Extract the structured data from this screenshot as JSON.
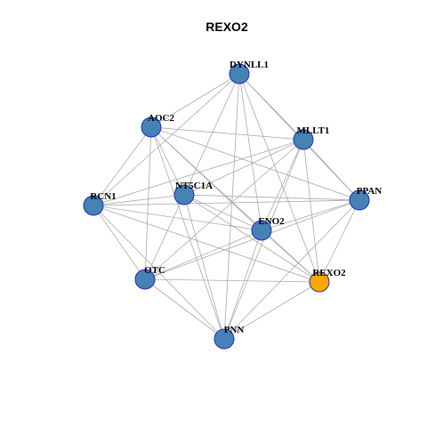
{
  "title": "REXO2",
  "colors": {
    "node_default": "#4682b4",
    "node_highlight": "#ffa500",
    "node_border": "#1a2fbf",
    "edge": "#a9a9a9",
    "background": "#ffffff"
  },
  "nodes": [
    {
      "id": "DYNLL1",
      "label": "DYNLL1",
      "highlight": false
    },
    {
      "id": "AOC2",
      "label": "AOC2",
      "highlight": false
    },
    {
      "id": "MLLT1",
      "label": "MLLT1",
      "highlight": false
    },
    {
      "id": "PPAN",
      "label": "PPAN",
      "highlight": false
    },
    {
      "id": "RCN1",
      "label": "RCN1",
      "highlight": false
    },
    {
      "id": "NT5C1A",
      "label": "NT5C1A",
      "highlight": false
    },
    {
      "id": "ENO2",
      "label": "ENO2",
      "highlight": false
    },
    {
      "id": "OTC",
      "label": "OTC",
      "highlight": false
    },
    {
      "id": "REXO2",
      "label": "REXO2",
      "highlight": true
    },
    {
      "id": "PNN",
      "label": "PNN",
      "highlight": false
    }
  ],
  "edges": [
    [
      "DYNLL1",
      "AOC2"
    ],
    [
      "DYNLL1",
      "MLLT1"
    ],
    [
      "DYNLL1",
      "PPAN"
    ],
    [
      "DYNLL1",
      "RCN1"
    ],
    [
      "DYNLL1",
      "NT5C1A"
    ],
    [
      "DYNLL1",
      "ENO2"
    ],
    [
      "DYNLL1",
      "REXO2"
    ],
    [
      "DYNLL1",
      "PNN"
    ],
    [
      "AOC2",
      "MLLT1"
    ],
    [
      "AOC2",
      "PPAN"
    ],
    [
      "AOC2",
      "RCN1"
    ],
    [
      "AOC2",
      "NT5C1A"
    ],
    [
      "AOC2",
      "ENO2"
    ],
    [
      "AOC2",
      "OTC"
    ],
    [
      "AOC2",
      "REXO2"
    ],
    [
      "AOC2",
      "PNN"
    ],
    [
      "MLLT1",
      "PPAN"
    ],
    [
      "MLLT1",
      "RCN1"
    ],
    [
      "MLLT1",
      "NT5C1A"
    ],
    [
      "MLLT1",
      "ENO2"
    ],
    [
      "MLLT1",
      "OTC"
    ],
    [
      "MLLT1",
      "REXO2"
    ],
    [
      "MLLT1",
      "PNN"
    ],
    [
      "PPAN",
      "RCN1"
    ],
    [
      "PPAN",
      "NT5C1A"
    ],
    [
      "PPAN",
      "ENO2"
    ],
    [
      "PPAN",
      "OTC"
    ],
    [
      "PPAN",
      "REXO2"
    ],
    [
      "PPAN",
      "PNN"
    ],
    [
      "RCN1",
      "NT5C1A"
    ],
    [
      "RCN1",
      "ENO2"
    ],
    [
      "RCN1",
      "OTC"
    ],
    [
      "RCN1",
      "REXO2"
    ],
    [
      "RCN1",
      "PNN"
    ],
    [
      "NT5C1A",
      "ENO2"
    ],
    [
      "NT5C1A",
      "OTC"
    ],
    [
      "NT5C1A",
      "REXO2"
    ],
    [
      "NT5C1A",
      "PNN"
    ],
    [
      "ENO2",
      "OTC"
    ],
    [
      "ENO2",
      "REXO2"
    ],
    [
      "ENO2",
      "PNN"
    ],
    [
      "OTC",
      "REXO2"
    ],
    [
      "OTC",
      "PNN"
    ],
    [
      "REXO2",
      "PNN"
    ]
  ]
}
